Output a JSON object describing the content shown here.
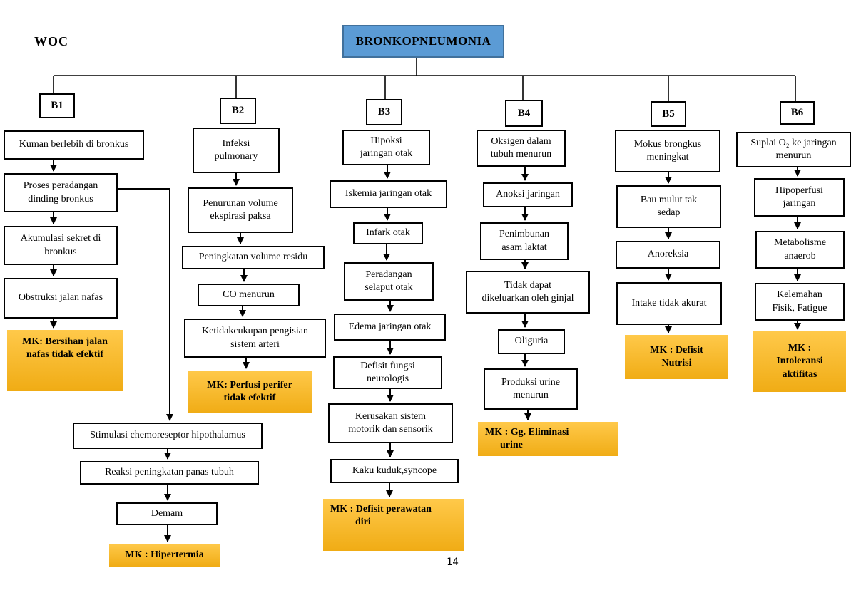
{
  "page": {
    "woc_label": "WOC",
    "page_number": "14"
  },
  "root": {
    "label": "BRONKOPNEUMONIA"
  },
  "colors": {
    "root_fill": "#5B9BD5",
    "root_border": "#41719C",
    "mk_top": "#FFC94A",
    "mk_bottom": "#F0AC15"
  },
  "branches": {
    "b1": {
      "label": "B1",
      "nodes": [
        "Kuman berlebih di bronkus",
        "Proses peradangan\ndinding bronkus",
        "Akumulasi sekret di\nbronkus",
        "Obstruksi jalan nafas"
      ],
      "mk": "MK: Bersihan jalan\nnafas tidak efektif",
      "sub": {
        "nodes": [
          "Stimulasi chemoreseptor hipothalamus",
          "Reaksi peningkatan panas tubuh",
          "Demam"
        ],
        "mk": "MK : Hipertermia"
      }
    },
    "b2": {
      "label": "B2",
      "nodes": [
        "Infeksi\npulmonary",
        "Penurunan volume\nekspirasi paksa",
        "Peningkatan volume residu",
        "CO menurun",
        "Ketidakcukupan pengisian\nsistem arteri"
      ],
      "mk": "MK: Perfusi perifer\ntidak efektif"
    },
    "b3": {
      "label": "B3",
      "nodes": [
        "Hipoksi\njaringan otak",
        "Iskemia jaringan otak",
        "Infark otak",
        "Peradangan\nselaput otak",
        "Edema jaringan otak",
        "Defisit fungsi\nneurologis",
        "Kerusakan sistem\nmotorik dan sensorik",
        "Kaku kuduk,syncope"
      ],
      "mk": "MK : Defisit perawatan\n          diri"
    },
    "b4": {
      "label": "B4",
      "nodes": [
        "Oksigen dalam\ntubuh menurun",
        "Anoksi jaringan",
        "Penimbunan\nasam laktat",
        "Tidak dapat\ndikeluarkan oleh ginjal",
        "Oliguria",
        "Produksi urine\nmenurun"
      ],
      "mk": "MK : Gg. Eliminasi\n      urine"
    },
    "b5": {
      "label": "B5",
      "nodes": [
        "Mokus brongkus\nmeningkat",
        "Bau mulut tak\nsedap",
        "Anoreksia",
        "Intake tidak akurat"
      ],
      "mk": "MK : Defisit\nNutrisi"
    },
    "b6": {
      "label": "B6",
      "nodes": [
        "Suplai O₂ ke jaringan\nmenurun",
        "Hipoperfusi\njaringan",
        "Metabolisme\nanaerob",
        "Kelemahan\nFisik, Fatigue"
      ],
      "mk": "MK :\nIntoleransi\naktifitas"
    }
  }
}
